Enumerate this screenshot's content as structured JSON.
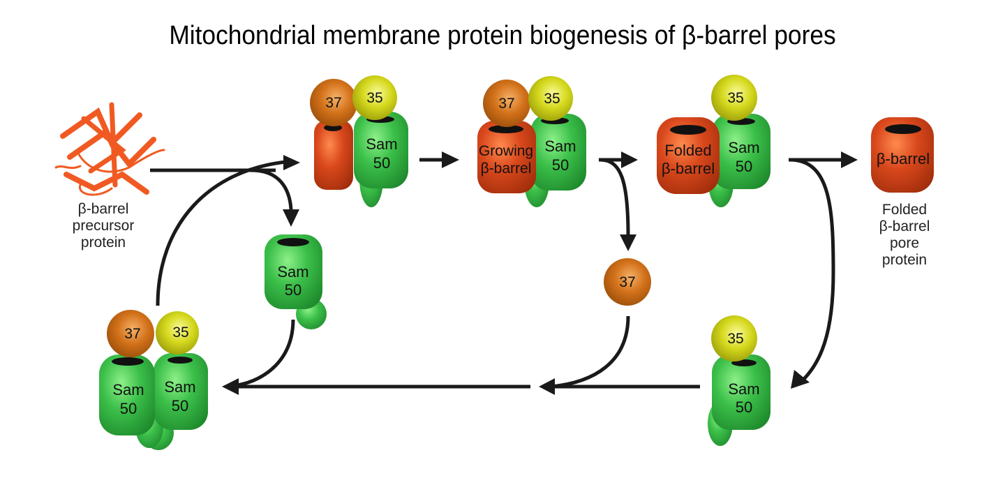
{
  "title": "Mitochondrial membrane protein biogenesis of β-barrel pores",
  "colors": {
    "sam50_green": "#3cc04a",
    "sam37_orange": "#d2711a",
    "sam35_yellow": "#d4d81c",
    "beta_barrel_red": "#d9481c",
    "precursor_orange": "#f05a22",
    "arrow": "#1a1a1a"
  },
  "labels": {
    "precursor": [
      "β-barrel",
      "precursor",
      "protein"
    ],
    "folded_pore": [
      "Folded",
      "β-barrel",
      "pore",
      "protein"
    ],
    "sam50": [
      "Sam",
      "50"
    ],
    "sam37": "37",
    "sam35": "35",
    "growing": [
      "Growing",
      "β-barrel"
    ],
    "folded": [
      "Folded",
      "β-barrel"
    ],
    "barrel": "β-barrel"
  },
  "nodes": [
    {
      "id": "precursor",
      "name": "β-barrel precursor protein"
    },
    {
      "id": "sam-complex-with-early-barrel",
      "name": "SAM complex with inserting β-barrel"
    },
    {
      "id": "sam-complex-growing",
      "name": "SAM complex with growing β-barrel"
    },
    {
      "id": "sam-complex-folded",
      "name": "Sam35-Sam50 with folded β-barrel"
    },
    {
      "id": "folded-pore",
      "name": "Folded β-barrel pore protein"
    },
    {
      "id": "free-sam50",
      "name": "Free Sam50"
    },
    {
      "id": "free-sam37",
      "name": "Released Sam37"
    },
    {
      "id": "sam35-sam50",
      "name": "Sam35-Sam50"
    },
    {
      "id": "sam-dimer-complex",
      "name": "Sam37-Sam35 with two Sam50"
    }
  ]
}
